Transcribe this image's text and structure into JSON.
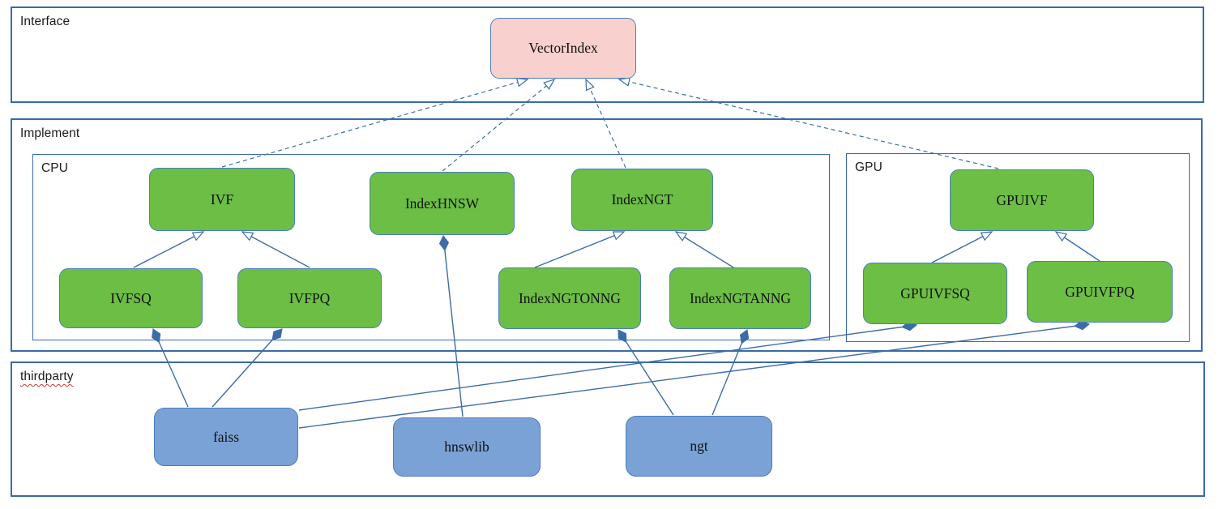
{
  "diagram": {
    "containers": {
      "interface": {
        "label": "Interface"
      },
      "implement": {
        "label": "Implement"
      },
      "cpu": {
        "label": "CPU"
      },
      "gpu": {
        "label": "GPU"
      },
      "thirdparty": {
        "label": "thirdparty",
        "spellcheck_underline": true
      }
    },
    "nodes": {
      "vectorindex": {
        "label": "VectorIndex",
        "kind": "interface"
      },
      "ivf": {
        "label": "IVF",
        "kind": "cpu-implementation"
      },
      "indexhnsw": {
        "label": "IndexHNSW",
        "kind": "cpu-implementation"
      },
      "indexngt": {
        "label": "IndexNGT",
        "kind": "cpu-implementation"
      },
      "ivfsq": {
        "label": "IVFSQ",
        "kind": "cpu-implementation"
      },
      "ivfpq": {
        "label": "IVFPQ",
        "kind": "cpu-implementation"
      },
      "indexngtonng": {
        "label": "IndexNGTONNG",
        "kind": "cpu-implementation"
      },
      "indexngtanng": {
        "label": "IndexNGTANNG",
        "kind": "cpu-implementation"
      },
      "gpuivf": {
        "label": "GPUIVF",
        "kind": "gpu-implementation"
      },
      "gpuivfsq": {
        "label": "GPUIVFSQ",
        "kind": "gpu-implementation"
      },
      "gpuivfpq": {
        "label": "GPUIVFPQ",
        "kind": "gpu-implementation"
      },
      "faiss": {
        "label": "faiss",
        "kind": "thirdparty-library"
      },
      "hnswlib": {
        "label": "hnswlib",
        "kind": "thirdparty-library"
      },
      "ngt": {
        "label": "ngt",
        "kind": "thirdparty-library"
      }
    },
    "relations": [
      {
        "from": "IVF",
        "to": "VectorIndex",
        "type": "realization",
        "line": "dashed",
        "head": "hollow-triangle"
      },
      {
        "from": "IndexHNSW",
        "to": "VectorIndex",
        "type": "realization",
        "line": "dashed",
        "head": "hollow-triangle"
      },
      {
        "from": "IndexNGT",
        "to": "VectorIndex",
        "type": "realization",
        "line": "dashed",
        "head": "hollow-triangle"
      },
      {
        "from": "GPUIVF",
        "to": "VectorIndex",
        "type": "realization",
        "line": "dashed",
        "head": "hollow-triangle"
      },
      {
        "from": "IVFSQ",
        "to": "IVF",
        "type": "inheritance",
        "line": "solid",
        "head": "hollow-triangle"
      },
      {
        "from": "IVFPQ",
        "to": "IVF",
        "type": "inheritance",
        "line": "solid",
        "head": "hollow-triangle"
      },
      {
        "from": "IndexNGTONNG",
        "to": "IndexNGT",
        "type": "inheritance",
        "line": "solid",
        "head": "hollow-triangle"
      },
      {
        "from": "IndexNGTANNG",
        "to": "IndexNGT",
        "type": "inheritance",
        "line": "solid",
        "head": "hollow-triangle"
      },
      {
        "from": "GPUIVFSQ",
        "to": "GPUIVF",
        "type": "inheritance",
        "line": "solid",
        "head": "hollow-triangle"
      },
      {
        "from": "GPUIVFPQ",
        "to": "GPUIVF",
        "type": "inheritance",
        "line": "solid",
        "head": "hollow-triangle"
      },
      {
        "from": "faiss",
        "to": "IVFSQ",
        "type": "composition",
        "line": "solid",
        "head": "filled-diamond"
      },
      {
        "from": "faiss",
        "to": "IVFPQ",
        "type": "composition",
        "line": "solid",
        "head": "filled-diamond"
      },
      {
        "from": "faiss",
        "to": "GPUIVFSQ",
        "type": "composition",
        "line": "solid",
        "head": "filled-diamond"
      },
      {
        "from": "faiss",
        "to": "GPUIVFPQ",
        "type": "composition",
        "line": "solid",
        "head": "filled-diamond"
      },
      {
        "from": "hnswlib",
        "to": "IndexHNSW",
        "type": "composition",
        "line": "solid",
        "head": "filled-diamond"
      },
      {
        "from": "ngt",
        "to": "IndexNGTONNG",
        "type": "composition",
        "line": "solid",
        "head": "filled-diamond"
      },
      {
        "from": "ngt",
        "to": "IndexNGTANNG",
        "type": "composition",
        "line": "solid",
        "head": "filled-diamond"
      }
    ],
    "colors": {
      "green": "#6cbe45",
      "pink": "#f8d1ce",
      "blue": "#7aa2d6",
      "border": "#4b7ebb",
      "frame": "#3a6ba5",
      "line": "#3c6ca8",
      "squiggle": "#d0342c"
    }
  }
}
